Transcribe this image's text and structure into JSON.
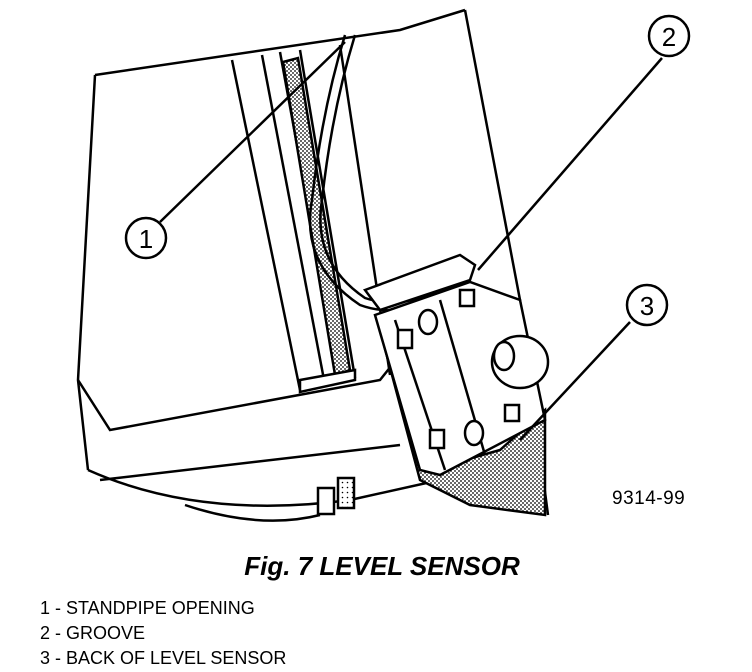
{
  "figure": {
    "caption": "Fig. 7 LEVEL SENSOR",
    "drawing_id": "9314-99",
    "callouts": [
      "1",
      "2",
      "3"
    ],
    "legend": [
      "1 - STANDPIPE OPENING",
      "2 - GROOVE",
      "3 - BACK OF LEVEL SENSOR"
    ]
  }
}
